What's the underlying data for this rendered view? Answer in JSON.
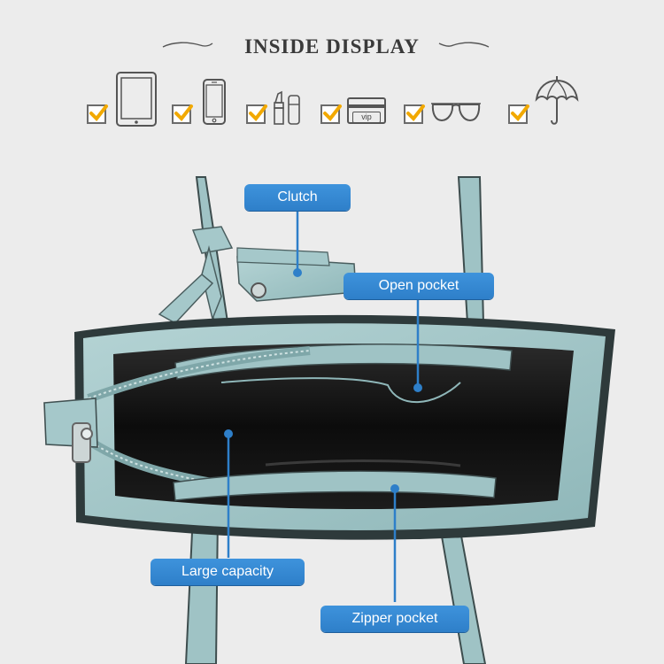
{
  "header": {
    "title": "INSIDE DISPLAY"
  },
  "icons": [
    {
      "name": "tablet-icon",
      "checked": true
    },
    {
      "name": "phone-icon",
      "checked": true
    },
    {
      "name": "lipstick-icon",
      "checked": true
    },
    {
      "name": "vip-card-icon",
      "checked": true,
      "label": "vip"
    },
    {
      "name": "sunglasses-icon",
      "checked": true
    },
    {
      "name": "umbrella-icon",
      "checked": true
    }
  ],
  "callouts": {
    "clutch": "Clutch",
    "open_pocket": "Open pocket",
    "large_capacity": "Large capacity",
    "zipper_pocket": "Zipper pocket"
  },
  "colors": {
    "callout_blue": "#3a8dd8",
    "check_yellow": "#f2a900",
    "bag_teal": "#9ec2c4",
    "lining": "#111111"
  }
}
